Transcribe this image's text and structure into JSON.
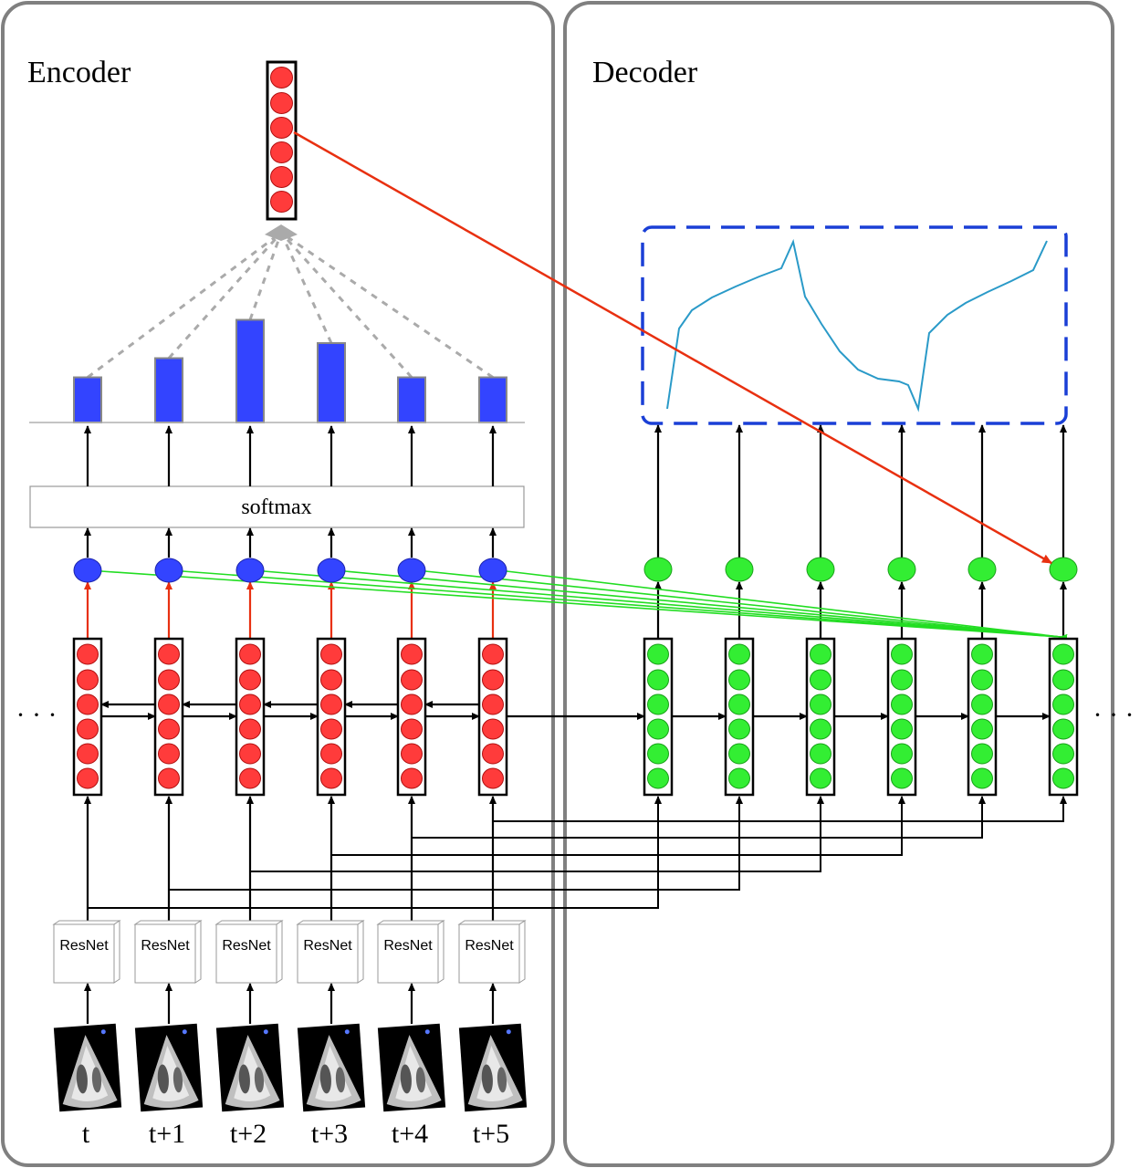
{
  "encoder": {
    "title": "Encoder",
    "softmax_label": "softmax",
    "feature_extractor_label": "ResNet",
    "time_labels": [
      "t",
      "t+1",
      "t+2",
      "t+3",
      "t+4",
      "t+5"
    ],
    "attention_weights": [
      0.33,
      0.47,
      0.75,
      0.58,
      0.33,
      0.33
    ],
    "left_ellipsis": "· · ·"
  },
  "decoder": {
    "title": "Decoder",
    "right_ellipsis": "· · ·"
  },
  "colors": {
    "encoder_state": "#ff3b3b",
    "decoder_state": "#33ee33",
    "attention_node": "#3344ff",
    "attention_bar": "#3344ff",
    "output_curve": "#2a9ac8",
    "output_box": "#1a3fd6",
    "context_arrow": "#e83010",
    "attention_link": "#22dd22",
    "panel_border": "#808080"
  }
}
